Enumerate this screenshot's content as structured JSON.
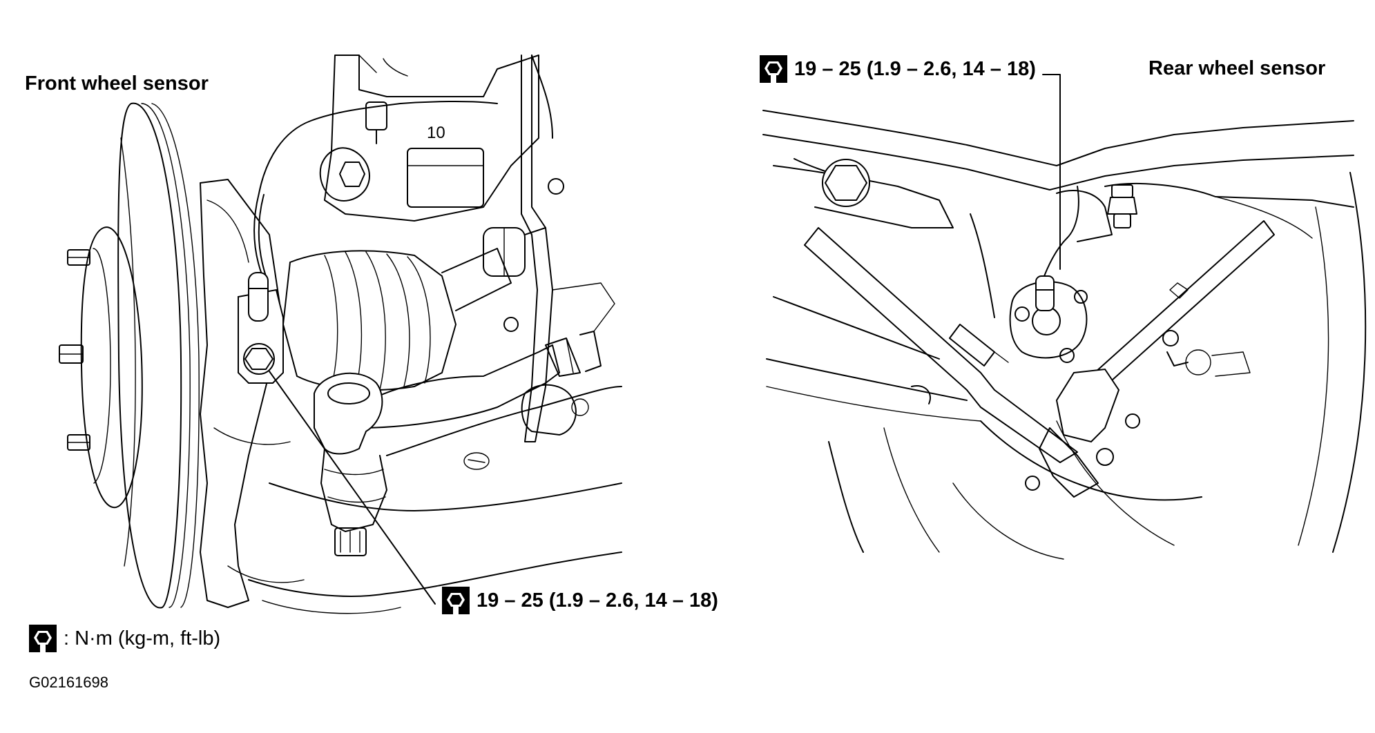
{
  "labels": {
    "front_wheel_sensor": "Front wheel sensor",
    "rear_wheel_sensor": "Rear wheel sensor",
    "front_torque": "19 – 25 (1.9 – 2.6, 14 – 18)",
    "rear_torque": "19 – 25 (1.9 – 2.6, 14 – 18)",
    "legend": ": N·m (kg-m, ft-lb)",
    "figure_code": "G02161698",
    "part_mark": "10"
  },
  "icons": {
    "torque": "torque-wrench-icon"
  },
  "colors": {
    "ink": "#000000",
    "paper": "#ffffff"
  }
}
